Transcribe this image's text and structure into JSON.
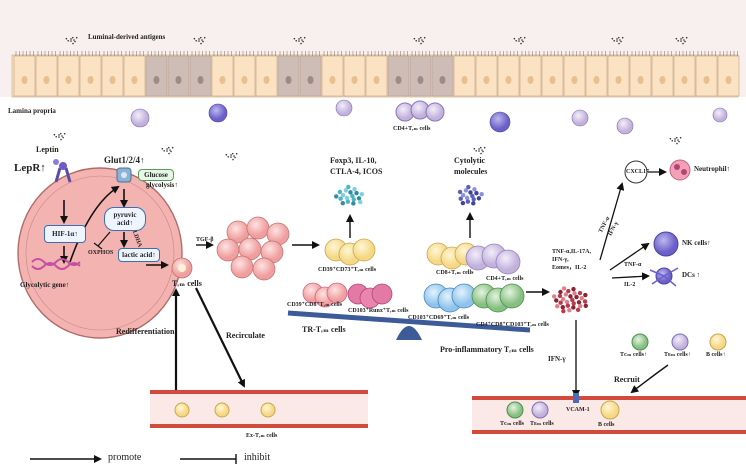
{
  "labels": {
    "luminal_antigens": "Luminal-derived antigens",
    "lamina_propria": "Lamina propria",
    "cd4_trm_top": "CD4+Tᵣₘ cells",
    "leptin": "Leptin",
    "lepr": "LepR↑",
    "glut": "Glut1/2/4↑",
    "glucose": "Glucose",
    "hif": "HIF-1α↑",
    "pyruvic": "pyruvic acid↑",
    "oxphos": "OXPHOS",
    "lactic": "lactic acid↑",
    "ldha": "LDHA",
    "glycolysis": "glycolysis↑",
    "glycolytic_gene": "Glycolytic gene↑",
    "trm_cells": "Tᵣₘ cells",
    "tgf": "TGF-β",
    "foxp3": "Foxp3, IL-10,",
    "ctla": "CTLA-4, ICOS",
    "cytolytic1": "Cytolytic",
    "cytolytic2": "molecules",
    "cd39cd73": "CD39⁺CD73⁺Tᵣₘ cells",
    "cd39cd8": "CD39⁺CD8⁺Tᵣₘ cells",
    "cd103runx": "CD103⁺Runx⁺Tᵣₘ cells",
    "tr_trm": "TR-Tᵣₘ cells",
    "cd8_trm": "CD8+Tᵣₘ cells",
    "cd4_trm": "CD4+Tᵣₘ cells",
    "cd103cd69": "CD103⁺CD69⁺Tᵣₘ cells",
    "cd4cd8cd103": "CD4⁺CD8⁺CD103⁺Tᵣₘ cells",
    "proinflam": "Pro-inflammatory Tᵣₘ cells",
    "redifferentiation": "Redifferentiation",
    "recirculate": "Recirculate",
    "ex_trm": "Ex-Tᵣₘ cells",
    "cytokines": [
      "TNF-α,IL-17A,",
      "IFN-γ,",
      "Eomes，IL-2"
    ],
    "cxcl17": "CXCL17",
    "neutrophil": "Neutrophil↑",
    "tnf_ifn_1": "TNF-α",
    "tnf_ifn_2": "IFN-γ",
    "nk": "NK cells↑",
    "tnf_il2_1": "TNF-α",
    "tnf_il2_2": "IL-2",
    "dcs": "DCs ↑",
    "tcm_up": "Tᴄₘ cells↑",
    "tem_up": "Tᴇₘ cells↑",
    "bcells_up": "B cells↑",
    "ifn_down": "IFN-γ",
    "recruit": "Recruit",
    "vcam": "VCAM-1",
    "tcm": "Tᴄₘ cells",
    "tem": "Tᴇₘ cells",
    "bcells": "B cells",
    "legend_promote": "promote",
    "legend_inhibit": "inhibit"
  },
  "colors": {
    "epithelium": "#fbe2c3",
    "epithelium_dark": "#cdbdb6",
    "cell_pink": "#f4a9a8",
    "cell_yellow": "#fbe59a",
    "cell_blue": "#a9d4f2",
    "cell_green": "#9ecf9b",
    "cell_lilac": "#d4c6e6",
    "vessel": "#d24a3c",
    "seesaw": "#3d5a99"
  }
}
